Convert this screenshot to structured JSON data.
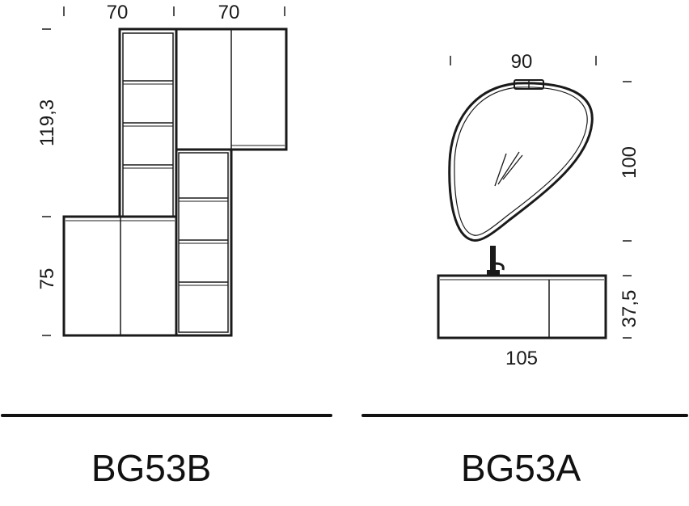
{
  "left_unit": {
    "model_code": "BG53B",
    "dimensions": {
      "width_left_column": "70",
      "width_right_column": "70",
      "height_upper": "119,3",
      "height_base": "75"
    }
  },
  "right_unit": {
    "model_code": "BG53A",
    "dimensions": {
      "mirror_width": "90",
      "mirror_height": "100",
      "vanity_height": "37,5",
      "vanity_width": "105"
    }
  },
  "colors": {
    "line": "#1a1a1a",
    "text": "#111111",
    "background": "#ffffff"
  }
}
